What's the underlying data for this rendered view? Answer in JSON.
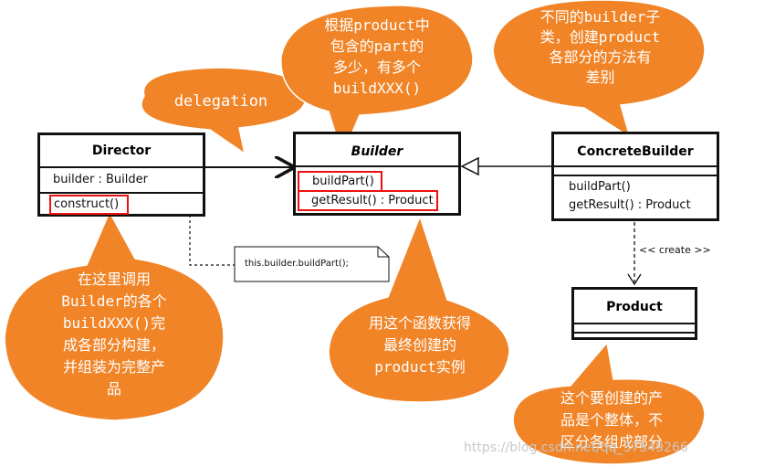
{
  "director": {
    "name": "Director",
    "attribute": "builder : Builder",
    "method": "construct()"
  },
  "builder": {
    "name": "Builder",
    "methods": [
      "buildPart()",
      "getResult() : Product"
    ]
  },
  "concrete_builder": {
    "name": "ConcreteBuilder",
    "methods": [
      "buildPart()",
      "getResult() : Product"
    ]
  },
  "product": {
    "name": "Product"
  },
  "note": {
    "text": "this.builder.buildPart();"
  },
  "create_label": "<< create >>",
  "bubbles": {
    "delegation": "delegation",
    "builder_parts": "根据product中\n包含的part的\n多少，有多个\nbuildXXX()",
    "concrete_diff": "不同的builder子\n类，创建product\n各部分的方法有\n差别",
    "director_construct": "在这里调用\nBuilder的各个\nbuildXXX()完\n成各部分构建，\n并组装为完整产\n品",
    "get_result": "用这个函数获得\n最终创建的\nproduct实例",
    "product_whole": "这个要创建的产\n品是个整体，不\n区分各组成部分"
  },
  "watermark": "https://blog.csdn.net/qq_37549266",
  "colors": {
    "bubble": "#f08427",
    "bubble_edge": "#ffffff",
    "highlight": "#e11111"
  }
}
